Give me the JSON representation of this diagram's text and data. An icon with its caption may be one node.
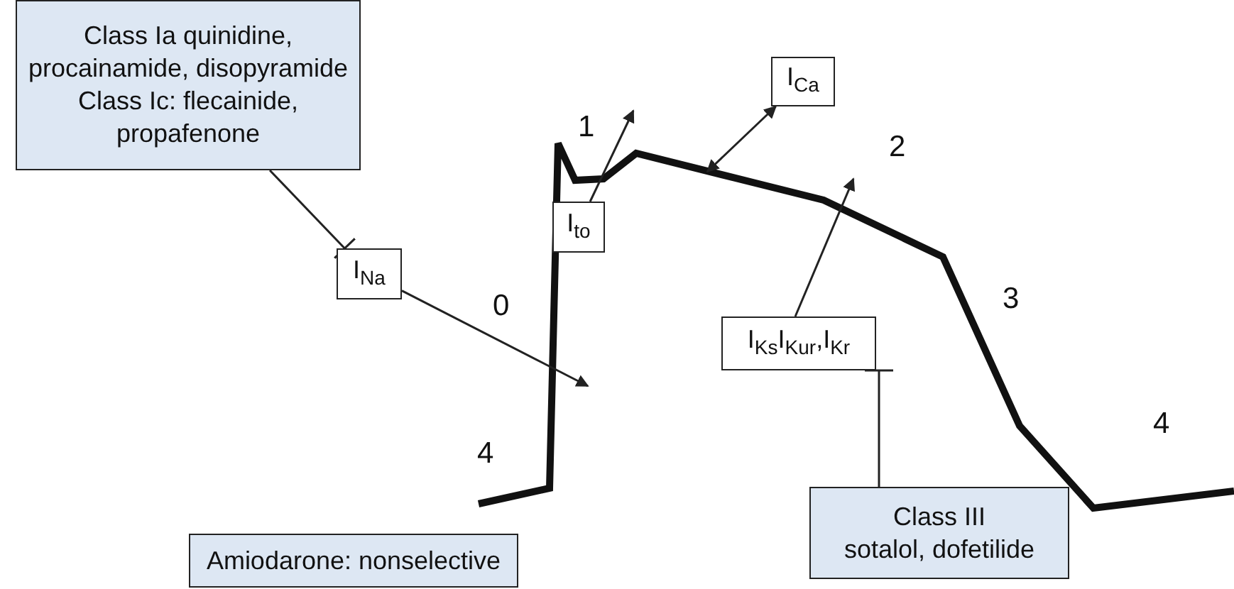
{
  "diagram": {
    "nodes": [
      {
        "text": [
          "Class Ia quinidine, procainamide, disopyramide",
          "Class Ic: flecainide, propafenone"
        ]
      },
      {
        "text": [
          "I$_{Na}$"
        ]
      },
      {
        "text": [
          "I$_{to}$"
        ]
      },
      {
        "text": [
          "I$_{Ca}$"
        ]
      },
      {
        "text": [
          "I$_{Ks}$I$_{Kur}$,I$_{Kr}$"
        ]
      },
      {
        "text": [
          "Class III",
          "sotalol, dofetilide"
        ]
      },
      {
        "text": [
          "Amiodarone: nonselective"
        ]
      }
    ],
    "edges": [
      {
        "from": 0,
        "to": 1,
        "arrow": "other"
      },
      {
        "from": 1,
        "to": null,
        "arrow": "to"
      },
      {
        "from": 2,
        "to": null,
        "arrow": "to"
      },
      {
        "from": 3,
        "to": null,
        "arrow": "both"
      },
      {
        "from": 4,
        "to": null,
        "arrow": "to"
      },
      {
        "from": 5,
        "to": 4,
        "arrow": "other"
      }
    ],
    "labels": [
      "1",
      "2",
      "0",
      "3",
      "4",
      "4"
    ]
  }
}
